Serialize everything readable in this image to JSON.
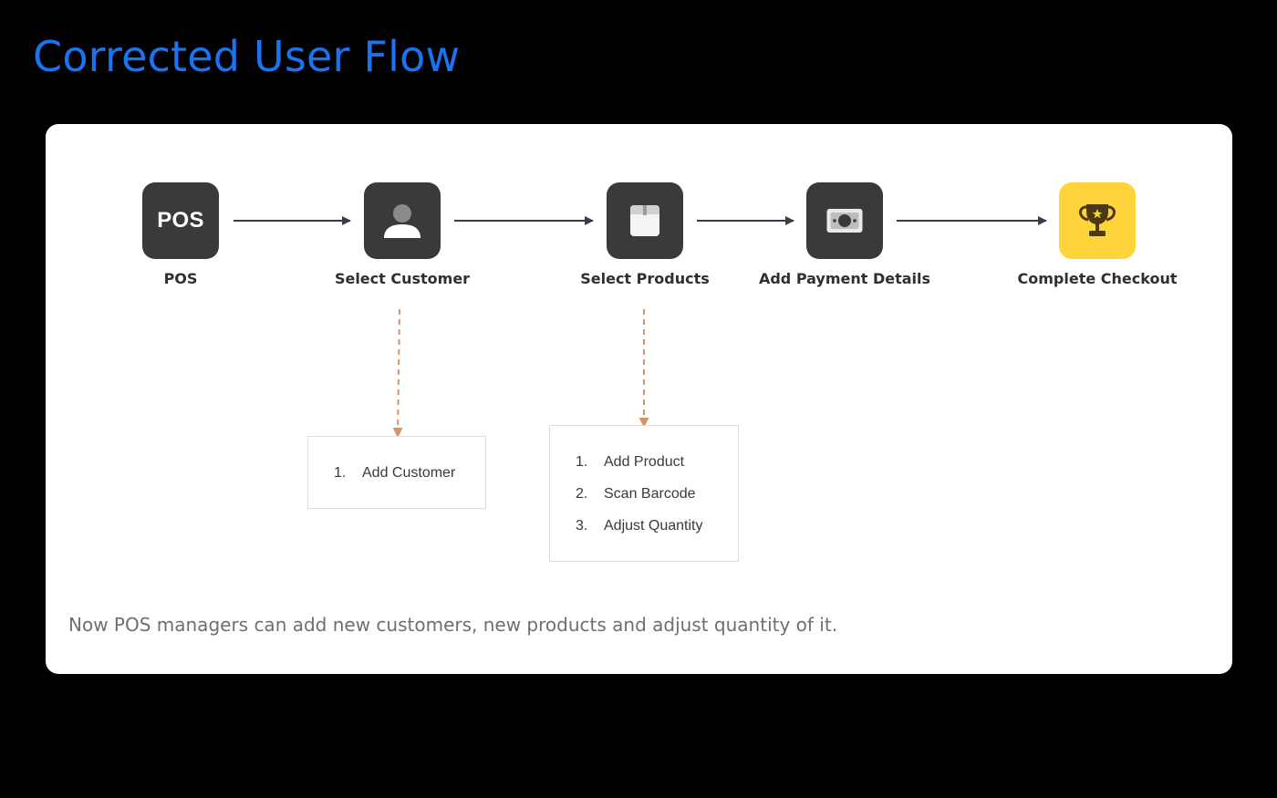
{
  "page": {
    "title": "Corrected User Flow"
  },
  "colors": {
    "title": "#1a73f0",
    "node_dark": "#3a3a3a",
    "node_highlight": "#ffd43b",
    "trophy": "#4a3a12",
    "arrow": "#363c4a",
    "dashed_arrow": "#d4956a",
    "text": "#2f2f2f",
    "footnote": "#6f6f6f"
  },
  "steps": [
    {
      "id": "pos",
      "label": "POS",
      "icon": "pos-text-badge",
      "box_text": "POS"
    },
    {
      "id": "select-customer",
      "label": "Select Customer",
      "icon": "user-icon"
    },
    {
      "id": "select-products",
      "label": "Select Products",
      "icon": "box-icon"
    },
    {
      "id": "add-payment-details",
      "label": "Add Payment Details",
      "icon": "cash-icon"
    },
    {
      "id": "complete-checkout",
      "label": "Complete Checkout",
      "icon": "trophy-icon"
    }
  ],
  "sub_lists": [
    {
      "parent": "select-customer",
      "items": [
        {
          "num": "1.",
          "text": "Add Customer"
        }
      ]
    },
    {
      "parent": "select-products",
      "items": [
        {
          "num": "1.",
          "text": "Add Product"
        },
        {
          "num": "2.",
          "text": "Scan Barcode"
        },
        {
          "num": "3.",
          "text": "Adjust Quantity"
        }
      ]
    }
  ],
  "footnote": "Now POS managers can add new customers, new products and adjust quantity of it."
}
